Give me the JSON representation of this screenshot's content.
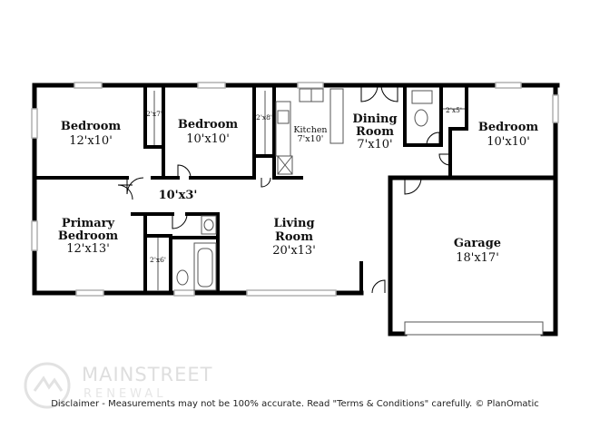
{
  "rooms": {
    "bedroom_1": {
      "name": "Bedroom",
      "dims": "12'x10'"
    },
    "bedroom_2": {
      "name": "Bedroom",
      "dims": "10'x10'"
    },
    "kitchen": {
      "name": "Kitchen",
      "dims": "7'x10'"
    },
    "dining": {
      "name_line1": "Dining",
      "name_line2": "Room",
      "dims": "7'x10'"
    },
    "bedroom_3": {
      "name": "Bedroom",
      "dims": "10'x10'"
    },
    "hall": {
      "dims": "10'x3'"
    },
    "primary": {
      "name_line1": "Primary",
      "name_line2": "Bedroom",
      "dims": "12'x13'"
    },
    "living": {
      "name_line1": "Living",
      "name_line2": "Room",
      "dims": "20'x13'"
    },
    "garage": {
      "name": "Garage",
      "dims": "18'x17'"
    }
  },
  "closets": {
    "c1": "2'x7'",
    "c2": "2'x8'",
    "c3": "2'x5'",
    "c4": "2'x6'"
  },
  "logo": {
    "text": "MAINSTREET",
    "subtext": "RENEWAL"
  },
  "disclaimer": "Disclaimer - Measurements may not be 100% accurate. Read \"Terms & Conditions\" carefully. © PlanOmatic",
  "colors": {
    "wall": "#000000",
    "background": "#ffffff",
    "window": "#b0b0b0",
    "fixture": "#555555"
  }
}
